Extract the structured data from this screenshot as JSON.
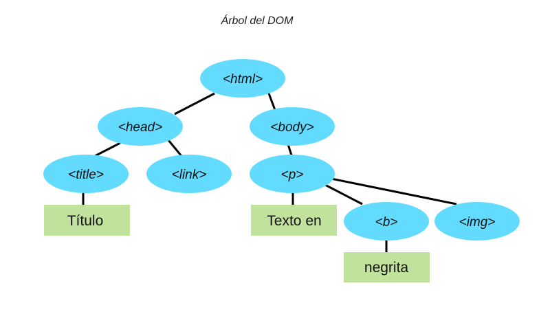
{
  "title": "Árbol del DOM",
  "colors": {
    "element_fill": "#62dbff",
    "text_fill": "#c0e29c",
    "edge": "#000000"
  },
  "nodes": {
    "html": "<html>",
    "head": "<head>",
    "body": "<body>",
    "title": "<title>",
    "link": "<link>",
    "p": "<p>",
    "b": "<b>",
    "img": "<img>",
    "titulo_text": "Título",
    "texto_en_text": "Texto en",
    "negrita_text": "negrita"
  }
}
